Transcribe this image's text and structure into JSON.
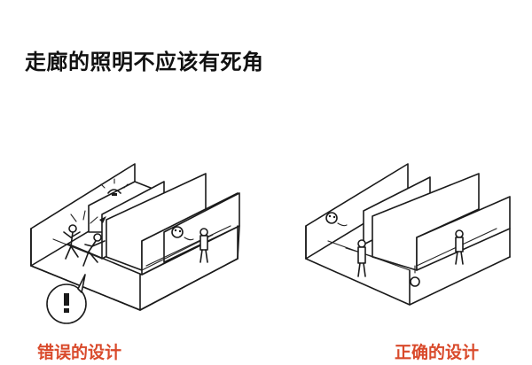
{
  "title": "走廊的照明不应该有死角",
  "panels": {
    "wrong": {
      "caption": "错误的设计",
      "caption_color": "#d94a2b"
    },
    "correct": {
      "caption": "正确的设计",
      "caption_color": "#d94a2b"
    }
  },
  "colors": {
    "ink": "#1a1a1a",
    "caption": "#d94a2b",
    "background": "#ffffff"
  },
  "icons": {
    "warning": "exclamation-bubble-icon",
    "lamp": "ceiling-lamp-icon",
    "person": "person-figure-icon"
  }
}
